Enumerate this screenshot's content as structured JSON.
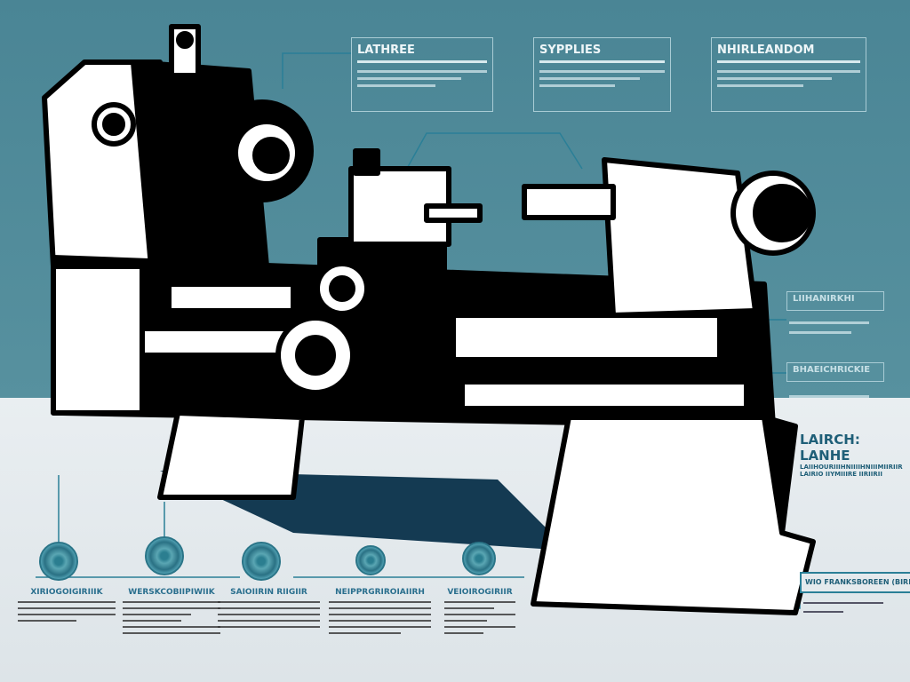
{
  "top_cards": [
    {
      "title": "LATHREE"
    },
    {
      "title": "SYPPLIES"
    },
    {
      "title": "NHIRLEANDOM"
    }
  ],
  "right_cards": [
    {
      "title": "LIIHANIRKHI"
    },
    {
      "title": "BHAEICHRICKIE"
    }
  ],
  "main_label": {
    "title": "LAIRCH: LANHE",
    "line1": "LAIIHOURIIIHNIIIIHNIIIMIIRIIR",
    "line2": "LAIRIO IIYMIIIRE  IIRIIRII"
  },
  "bottom_right": {
    "title": "WIO FRANKSBOREEN  (BIRITYAW"
  },
  "columns": [
    {
      "title": "XIRIOGOIGIRIIIK"
    },
    {
      "title": "WERSKCOBIIPIWIIK"
    },
    {
      "title": "SAIOIIRIN RIIGIIR"
    },
    {
      "title": "NEIPPRGRIROIAIIRH"
    },
    {
      "title": "VEIOIROGIRIIR"
    }
  ],
  "colors": {
    "top_bg": "#4f8a9a",
    "bottom_bg": "#e6ebee",
    "accent": "#2a7184",
    "ink": "#000000"
  }
}
